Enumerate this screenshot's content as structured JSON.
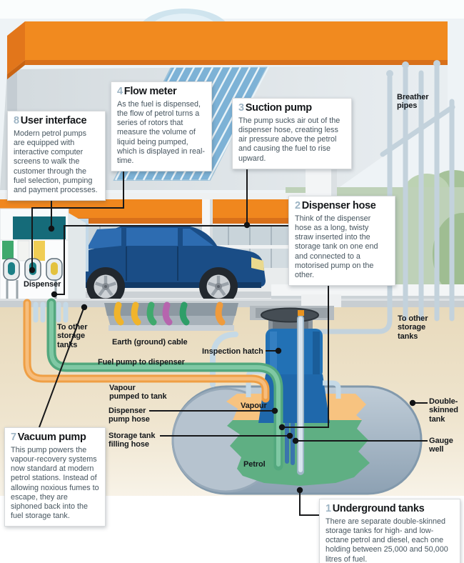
{
  "callouts": {
    "underground_tanks": {
      "num": "1",
      "title": "Underground tanks",
      "body": "There are separate double-skinned storage tanks for high- and low-octane petrol and diesel, each one holding between 25,000 and 50,000 litres of fuel."
    },
    "dispenser_hose": {
      "num": "2",
      "title": "Dispenser hose",
      "body": "Think of the dispenser hose as a long, twisty straw inserted into the storage tank on one end and connected to a motorised pump on the other."
    },
    "suction_pump": {
      "num": "3",
      "title": "Suction pump",
      "body": "The pump sucks air out of the dispenser hose, creating less air pressure above the petrol and causing the fuel to rise upward."
    },
    "flow_meter": {
      "num": "4",
      "title": "Flow meter",
      "body": "As the fuel is dispensed, the flow of petrol turns a series of rotors that measure the volume of liquid being pumped, which is displayed in real-time."
    },
    "vacuum_pump": {
      "num": "7",
      "title": "Vacuum pump",
      "body": "This pump powers the vapour-recovery systems now standard at modern petrol stations. Instead of allowing noxious fumes to escape, they are siphoned back into the fuel storage tank."
    },
    "user_interface": {
      "num": "8",
      "title": "User interface",
      "body": "Modern petrol pumps are equipped with interactive computer screens to walk the customer through the fuel selection, pumping and payment processes."
    }
  },
  "labels": {
    "breather_pipes": "Breather\npipes",
    "dispenser": "Dispenser",
    "to_other_storage_tanks_left": "To other\nstorage\ntanks",
    "earth_ground_cable": "Earth (ground) cable",
    "fuel_pump_to_dispenser": "Fuel pump to dispenser",
    "inspection_hatch": "Inspection hatch",
    "vapour_pumped_to_tank": "Vapour\npumped to tank",
    "dispenser_pump_hose": "Dispenser\npump hose",
    "storage_tank_filling_hose": "Storage tank\nfilling hose",
    "vapour": "Vapour",
    "petrol": "Petrol",
    "to_other_storage_tanks_right": "To other\nstorage\ntanks",
    "double_skinned_tank": "Double-\nskinned\ntank",
    "gauge_well": "Gauge\nwell"
  },
  "colors": {
    "canopy_orange": "#f0871e",
    "vapour_orange": "#f7c380",
    "petrol_green": "#5faf83",
    "tank_grey_blue": "#a3b3c2",
    "chamber_blue": "#2271b5",
    "pipe_green": "#53a87e",
    "pipe_orange": "#ef9f45",
    "pipe_light_blue": "#c5d9e6",
    "car_blue": "#1a4d86",
    "callout_number": "#9db4c4"
  }
}
